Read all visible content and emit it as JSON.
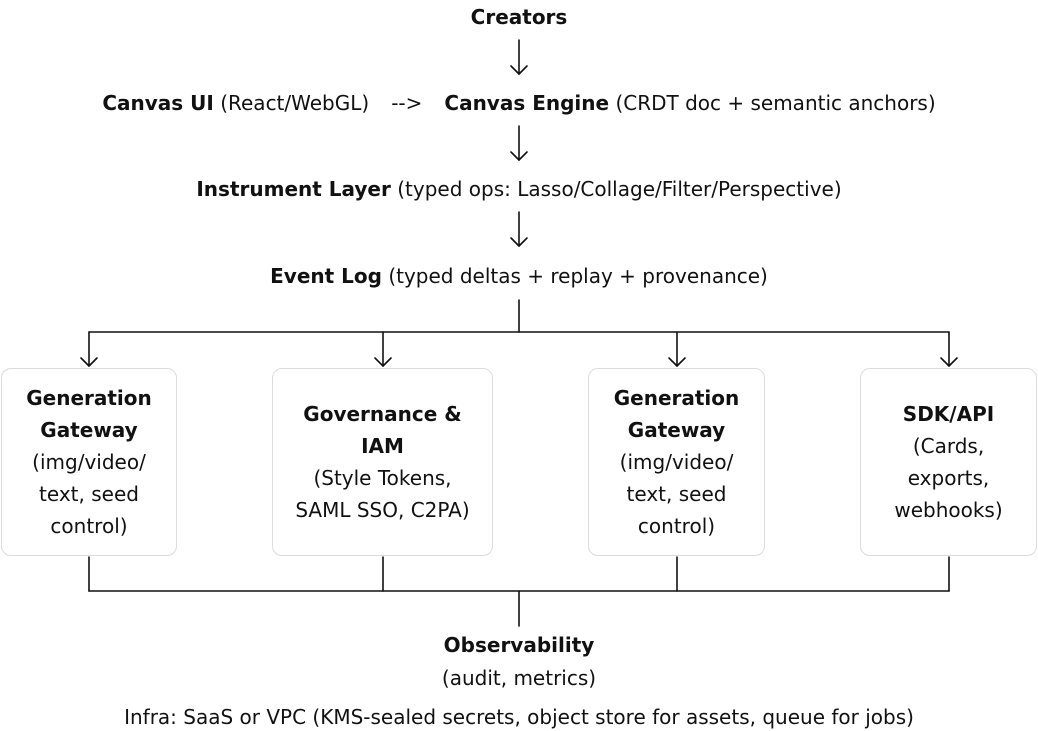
{
  "creators": "Creators",
  "canvas_ui": {
    "name": "Canvas UI",
    "detail": "(React/WebGL)"
  },
  "connector_text": "-->",
  "canvas_engine": {
    "name": "Canvas Engine",
    "detail": "(CRDT doc + semantic anchors)"
  },
  "instrument_layer": {
    "name": "Instrument Layer",
    "detail": "(typed ops: Lasso/Collage/Filter/Perspective)"
  },
  "event_log": {
    "name": "Event Log",
    "detail": "(typed deltas + replay + provenance)"
  },
  "boxes": [
    {
      "title_lines": [
        "Generation",
        "Gateway"
      ],
      "detail_lines": [
        "(img/video/",
        "text, seed",
        "control)"
      ]
    },
    {
      "title_lines": [
        "Governance &",
        "IAM"
      ],
      "detail_lines": [
        "(Style Tokens,",
        "SAML SSO, C2PA)"
      ]
    },
    {
      "title_lines": [
        "Generation",
        "Gateway"
      ],
      "detail_lines": [
        "(img/video/",
        "text, seed",
        "control)"
      ]
    },
    {
      "title_lines": [
        "SDK/API"
      ],
      "detail_lines": [
        "(Cards,",
        "exports,",
        "webhooks)"
      ]
    }
  ],
  "observability": {
    "title": "Observability",
    "detail": "(audit, metrics)"
  },
  "infra": "Infra: SaaS or VPC (KMS-sealed secrets, object store for assets, queue for jobs)"
}
